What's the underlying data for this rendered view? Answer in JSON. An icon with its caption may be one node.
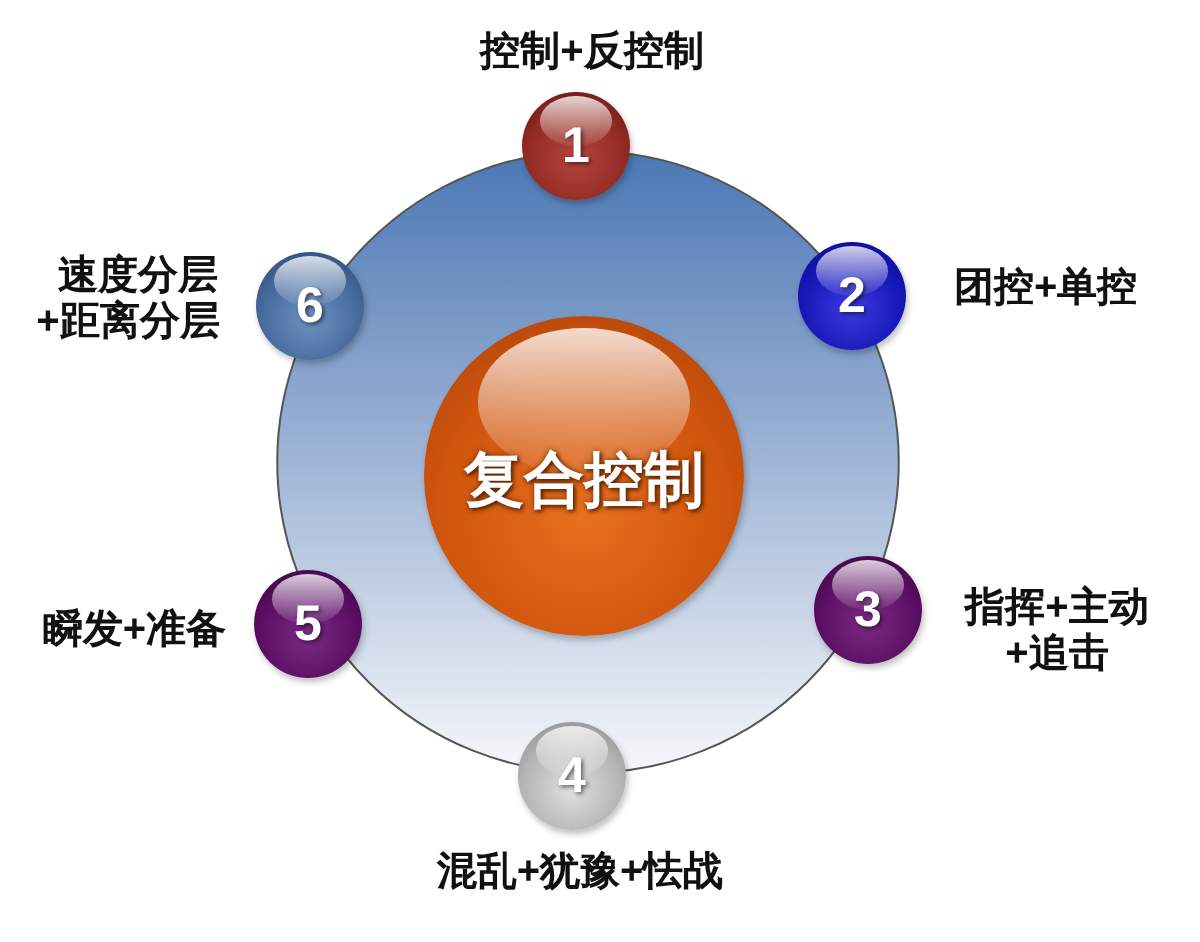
{
  "diagram": {
    "nodes": [
      {
        "text": [],
        "shape": "circle"
      },
      {
        "text": [
          "复合控制"
        ],
        "in": 0
      },
      {
        "text": [
          "1"
        ],
        "beside": [
          "控制+反控制"
        ]
      },
      {
        "text": [
          "2"
        ],
        "beside": [
          "团控+单控"
        ]
      },
      {
        "text": [
          "3"
        ],
        "beside": [
          "指挥+主动+追击"
        ]
      },
      {
        "text": [
          "4"
        ],
        "beside": [
          "混乱+犹豫+怯战"
        ]
      },
      {
        "text": [
          "5"
        ],
        "beside": [
          "瞬发+准备"
        ]
      },
      {
        "text": [
          "6"
        ],
        "beside": [
          "速度分层+距离分层"
        ]
      }
    ]
  }
}
